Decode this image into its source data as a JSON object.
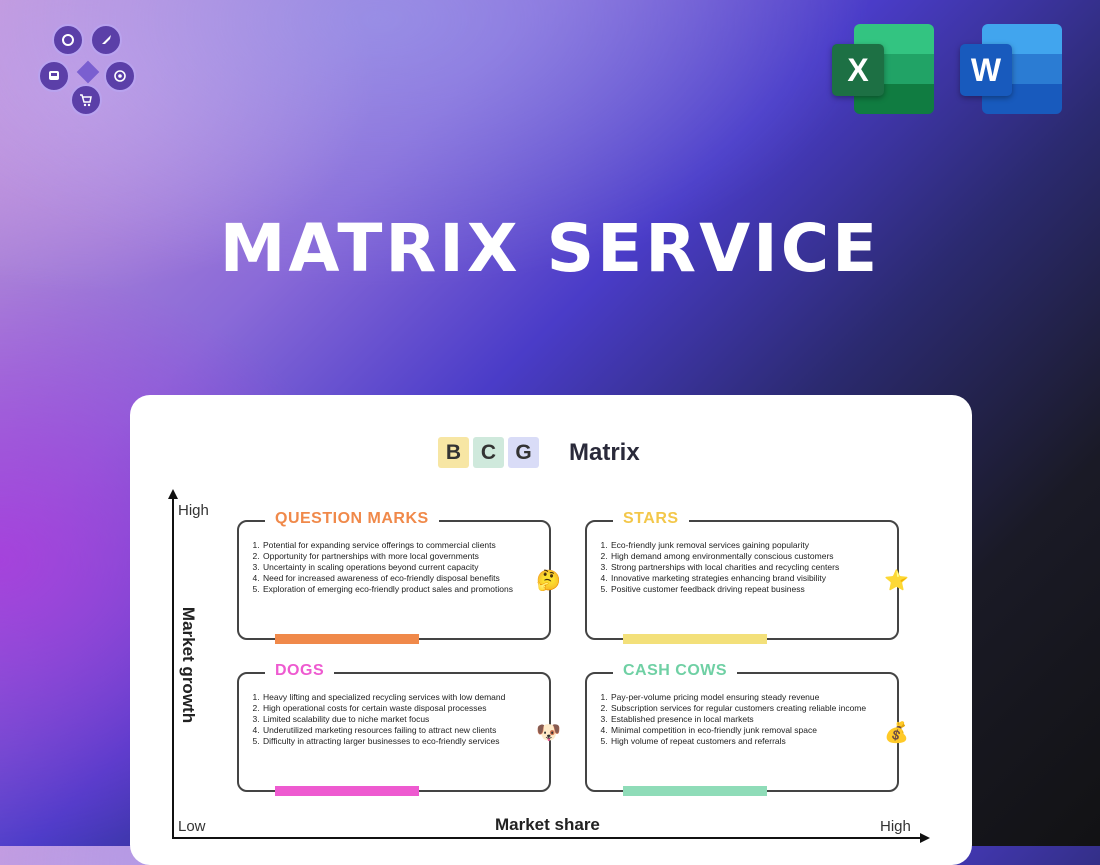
{
  "logo": {
    "icons": [
      "support-icon",
      "rocket-icon",
      "bus-icon",
      "target-icon",
      "cart-icon"
    ]
  },
  "office": {
    "excel_letter": "X",
    "word_letter": "W",
    "excel_color": "#1d7044",
    "word_color": "#185abd"
  },
  "headline": "MATRIX SERVICE",
  "matrix": {
    "letters": [
      "B",
      "C",
      "G"
    ],
    "letter_colors": [
      "#f7e6a4",
      "#cfe9dc",
      "#d9dcf7"
    ],
    "title": "Matrix",
    "y_axis": {
      "title": "Market growth",
      "high": "High"
    },
    "x_axis": {
      "title": "Market share",
      "low": "Low",
      "high": "High"
    },
    "quadrants": {
      "question_marks": {
        "title": "QUESTION MARKS",
        "color": "#f0894a",
        "emoji": "🤔",
        "items": [
          "Potential for expanding service offerings to commercial clients",
          "Opportunity for partnerships with more local governments",
          "Uncertainty in scaling operations beyond current capacity",
          "Need for increased awareness of eco-friendly disposal benefits",
          "Exploration of emerging eco-friendly product sales and promotions"
        ]
      },
      "stars": {
        "title": "STARS",
        "color": "#f3c74a",
        "emoji": "⭐",
        "items": [
          "Eco-friendly junk removal services gaining popularity",
          "High demand among environmentally conscious customers",
          "Strong partnerships with local charities and recycling centers",
          "Innovative marketing strategies enhancing brand visibility",
          "Positive customer feedback driving repeat business"
        ]
      },
      "dogs": {
        "title": "DOGS",
        "color": "#ee5ad0",
        "emoji": "🐶",
        "items": [
          "Heavy lifting and specialized recycling services with low demand",
          "High operational costs for certain waste disposal processes",
          "Limited scalability due to niche market focus",
          "Underutilized marketing resources failing to attract new clients",
          "Difficulty in attracting larger businesses to eco-friendly services"
        ]
      },
      "cash_cows": {
        "title": "CASH COWS",
        "color": "#6fd0a4",
        "emoji": "💰",
        "items": [
          "Pay-per-volume pricing model ensuring steady revenue",
          "Subscription services for regular customers creating reliable income",
          "Established presence in local markets",
          "Minimal competition in eco-friendly junk removal space",
          "High volume of repeat customers and referrals"
        ]
      }
    }
  }
}
